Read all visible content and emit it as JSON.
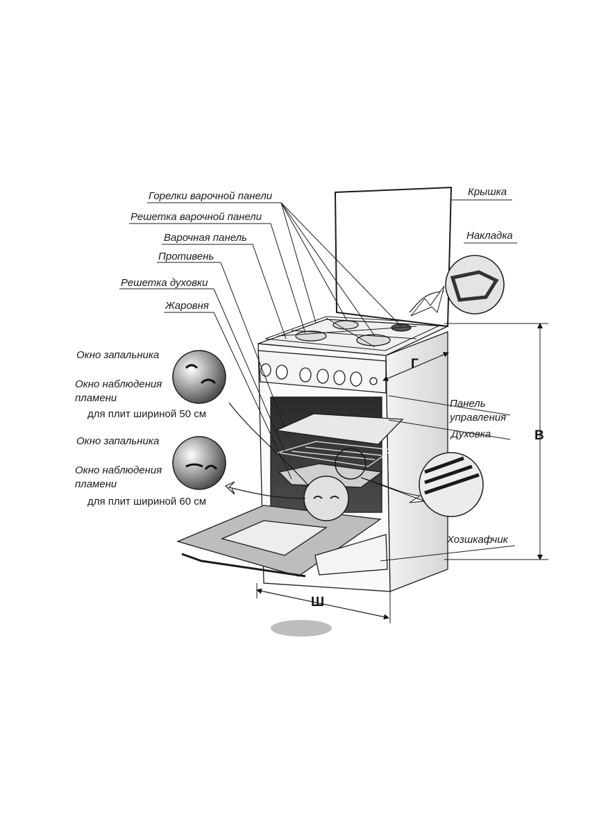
{
  "labels": {
    "burners": "Горелки варочной панели",
    "hob_grate": "Решетка варочной панели",
    "hob": "Варочная панель",
    "baking_tray": "Противень",
    "oven_rack": "Решетка духовки",
    "roasting_pan": "Жаровня",
    "lid": "Крышка",
    "overlay": "Накладка",
    "control_panel_line1": "Панель",
    "control_panel_line2": "управления",
    "oven": "Духовка",
    "storage_drawer": "Хозшкафчик"
  },
  "inset_50": {
    "ignition_window": "Окно запальника",
    "flame_window_line1": "Окно наблюдения",
    "flame_window_line2": "пламени",
    "caption": "для плит шириной 50 см"
  },
  "inset_60": {
    "ignition_window": "Окно запальника",
    "flame_window_line1": "Окно наблюдения",
    "flame_window_line2": "пламени",
    "caption": "для плит шириной 60 см"
  },
  "dimensions": {
    "depth": "Г",
    "height": "В",
    "width": "Ш"
  },
  "colors": {
    "line": "#1a1a1a",
    "inset_background": "#d9d9d9",
    "caption_strip": "#bdbdbd",
    "stove_side": "#e6e6e6"
  }
}
